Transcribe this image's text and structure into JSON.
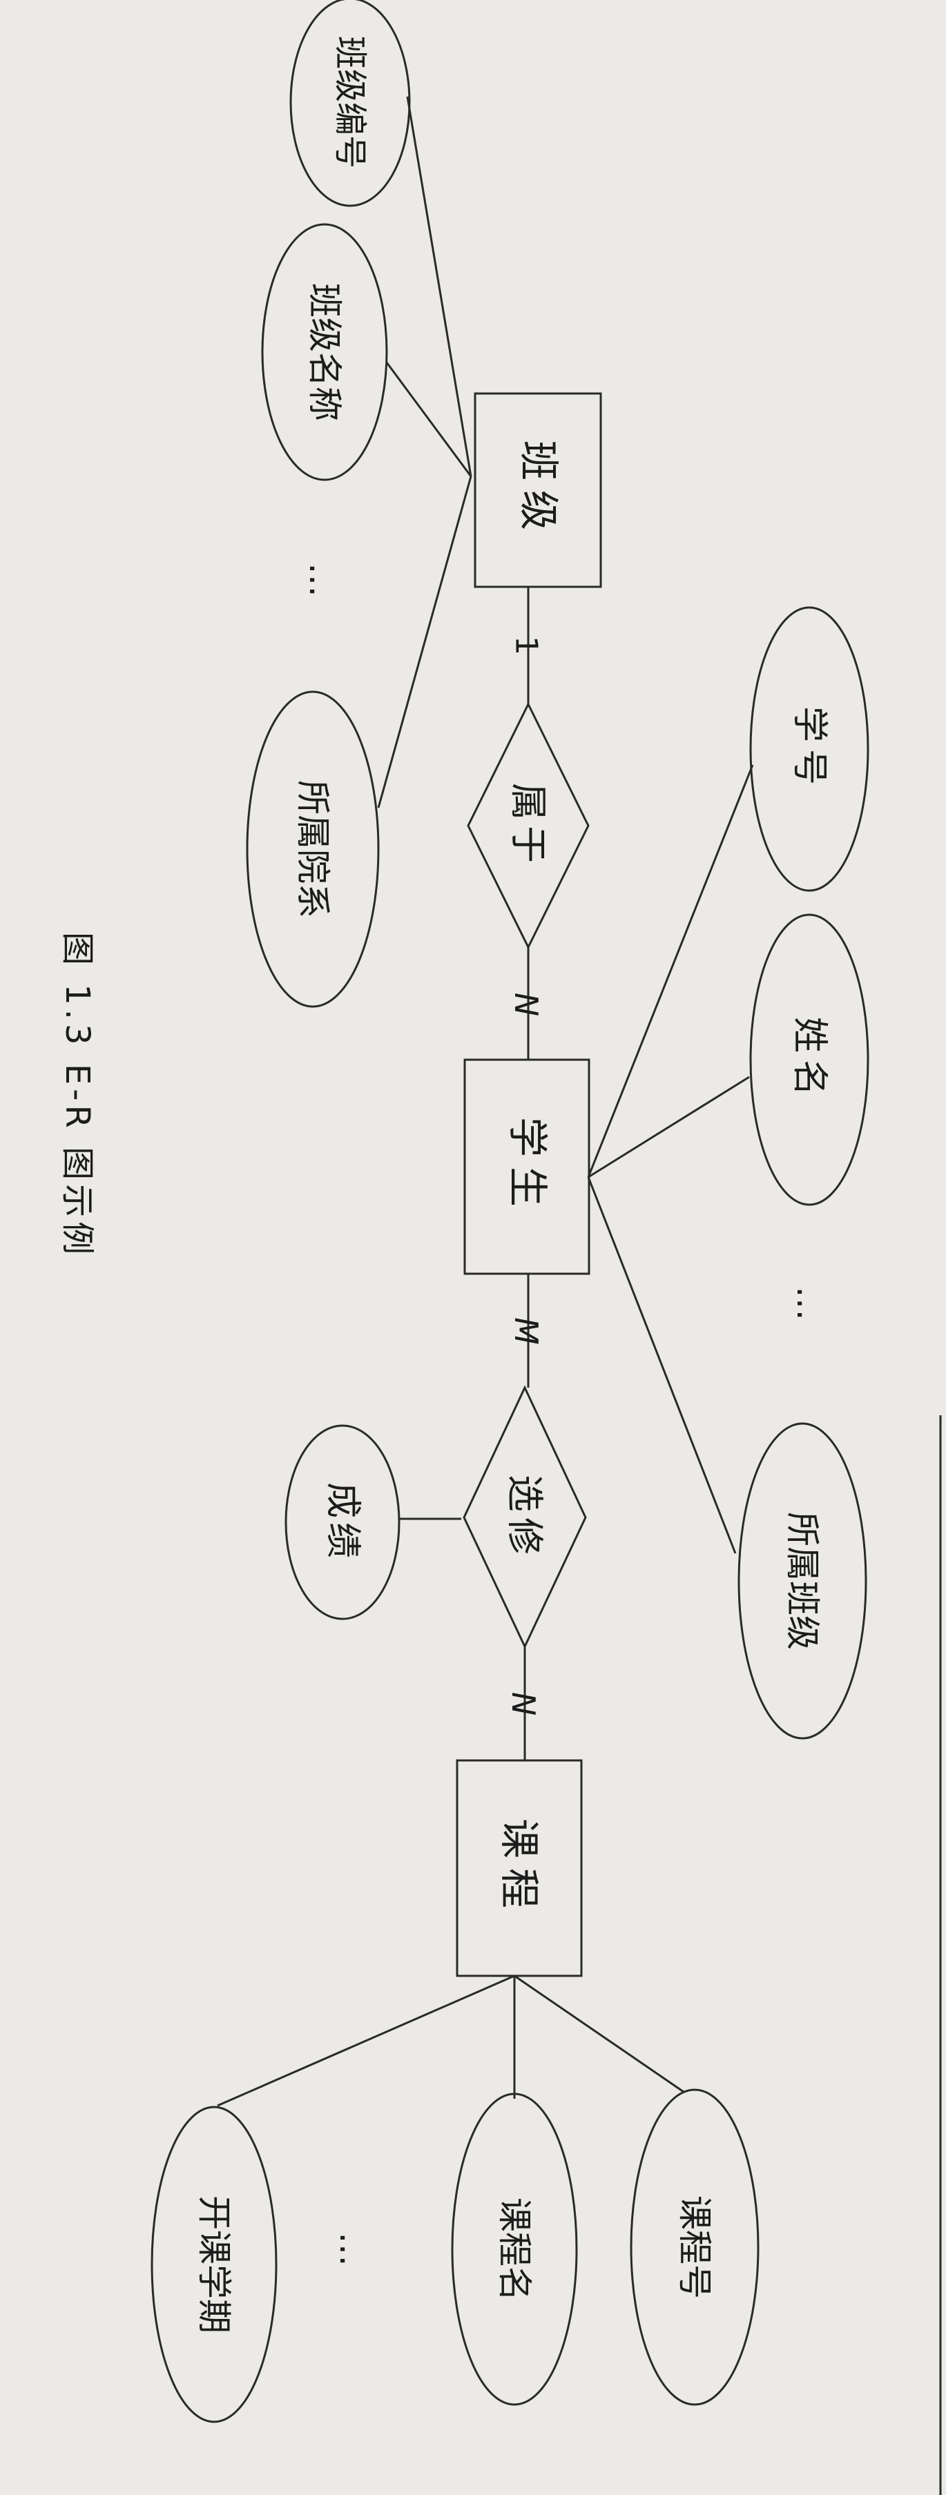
{
  "figure": {
    "caption": "图 1.3 E-R 图示例",
    "ink_color": "#2a2a2a",
    "background_color": "#eceae6",
    "text_orientation": "rotated 90 degrees clockwise"
  },
  "entities": {
    "class": "班级",
    "student": "学生",
    "course": "课程"
  },
  "relationships": {
    "belongs_to": "属于",
    "enrolls": "选修"
  },
  "attributes": {
    "class_id": "班级编号",
    "class_name": "班级名称",
    "class_more": "…",
    "department": "所属院系",
    "student_id": "学号",
    "student_name": "姓名",
    "student_more": "…",
    "student_class": "所属班级",
    "grade": "成绩",
    "course_id": "课程号",
    "course_name": "课程名",
    "course_more": "…",
    "course_term": "开课学期"
  },
  "cardinalities": {
    "class_side": "1",
    "student_belongs_side": "N",
    "student_enroll_side": "M",
    "course_side": "N"
  }
}
